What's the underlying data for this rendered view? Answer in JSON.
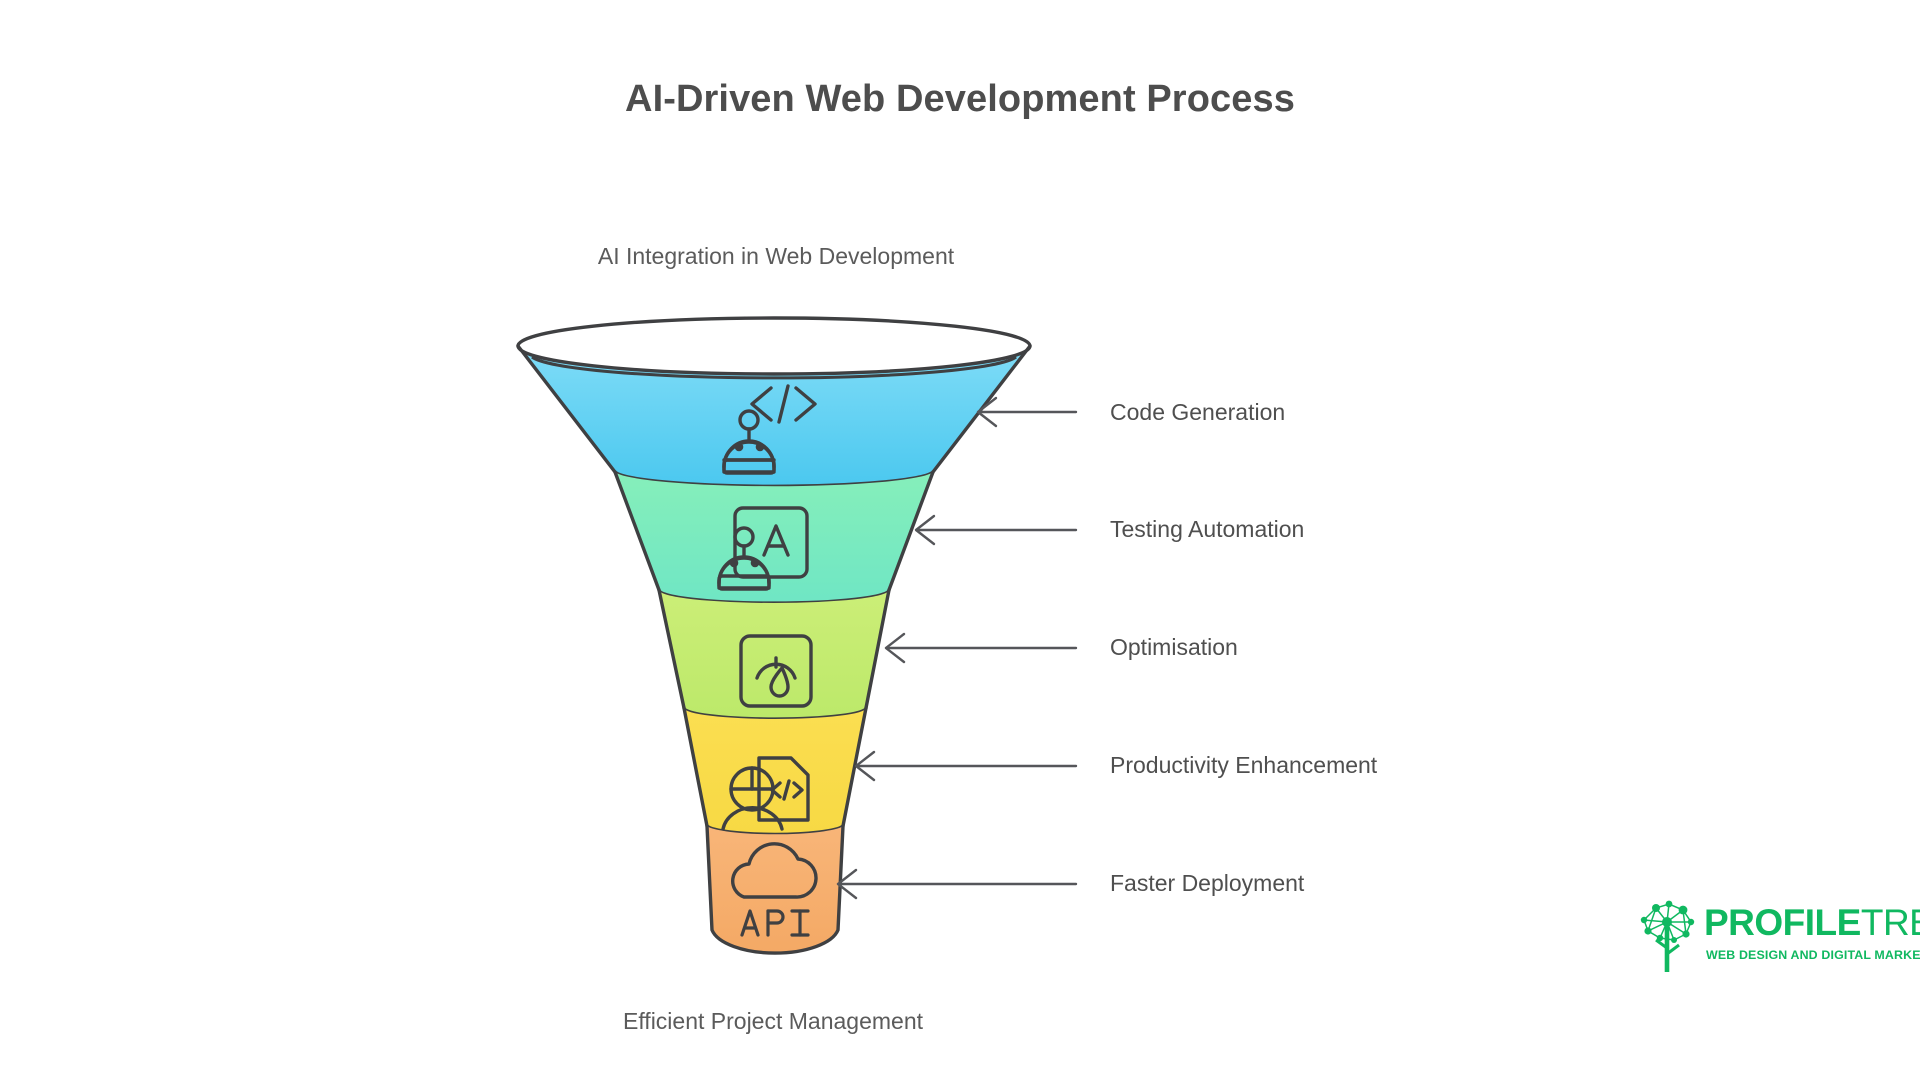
{
  "page": {
    "title": "AI-Driven Web Development Process",
    "background_color": "#ffffff",
    "title_color": "#4d4d4d",
    "text_color": "#4f4f4f"
  },
  "funnel": {
    "top_label": "AI Integration in Web Development",
    "bottom_label": "Efficient Project Management",
    "outline_color": "#3f4042",
    "stages": [
      {
        "label": "Code Generation",
        "color": "#6FD6F5",
        "color_bottom": "#4BC8EF",
        "icon": "robot-code-icon"
      },
      {
        "label": "Testing Automation",
        "color": "#7EEBB5",
        "color_bottom": "#6FE6C4",
        "icon": "robot-text-box-icon"
      },
      {
        "label": "Optimisation",
        "color": "#C9ED72",
        "color_bottom": "#BCE96A",
        "icon": "gauge-icon"
      },
      {
        "label": "Productivity Enhancement",
        "color": "#FADC4A",
        "color_bottom": "#F7DA46",
        "icon": "developer-document-code-icon"
      },
      {
        "label": "Faster Deployment",
        "color": "#F7B274",
        "color_bottom": "#F5AC6B",
        "icon": "cloud-api-icon",
        "icon_text": "API"
      }
    ],
    "connector_color": "#55565a"
  },
  "brand": {
    "name_bold": "PROFILE",
    "name_light": "TREE",
    "tagline": "WEB DESIGN AND DIGITAL MARKETING",
    "color": "#10b860",
    "logo_icon": "network-tree-icon"
  }
}
